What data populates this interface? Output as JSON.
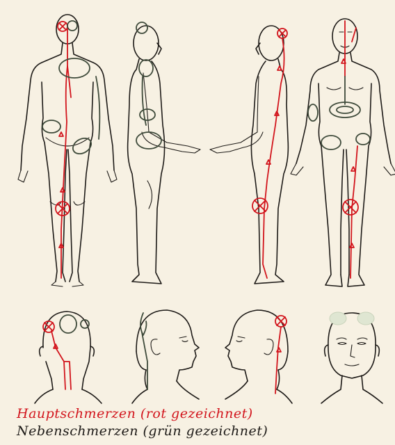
{
  "legend": {
    "main_pain": "Hauptschmerzen (rot gezeichnet)",
    "secondary_pain": "Nebenschmerzen (grün gezeichnet)"
  },
  "colors": {
    "paper": "#f7f1e3",
    "ink": "#1d1a17",
    "main_pain_red": "#d2141c",
    "secondary_pain_green": "#3e4a3a"
  },
  "figures": [
    "body-back-view",
    "body-left-side-view",
    "body-right-side-view",
    "body-front-view",
    "head-back-view",
    "head-left-side-view",
    "head-right-side-view",
    "head-front-view"
  ]
}
